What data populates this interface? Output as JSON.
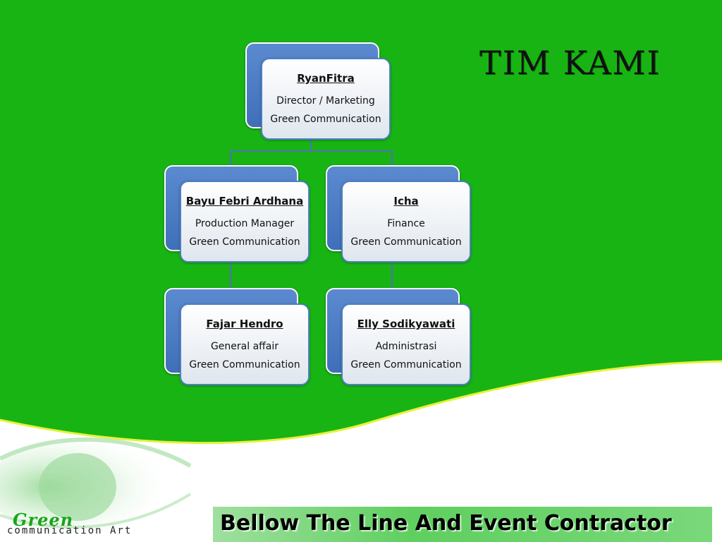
{
  "slide": {
    "title": "TIM KAMI",
    "colors": {
      "green": "#18b414",
      "box_blue": "#4f7fc3",
      "connector": "#4a7a9a"
    }
  },
  "org_chart": {
    "nodes": [
      {
        "name": "RyanFitra",
        "role": "Director / Marketing",
        "org": "Green Communication"
      },
      {
        "name": "Bayu Febri Ardhana",
        "role": "Production Manager",
        "org": "Green Communication"
      },
      {
        "name": "Icha",
        "role": "Finance",
        "org": "Green Communication"
      },
      {
        "name": "Fajar Hendro",
        "role": "General affair",
        "org": "Green Communication"
      },
      {
        "name": "Elly Sodikyawati",
        "role": "Administrasi",
        "org": "Green Communication"
      }
    ]
  },
  "footer": {
    "logo_word": "Green",
    "logo_sub": "communication Art",
    "banner": "Bellow The Line And Event Contractor"
  }
}
